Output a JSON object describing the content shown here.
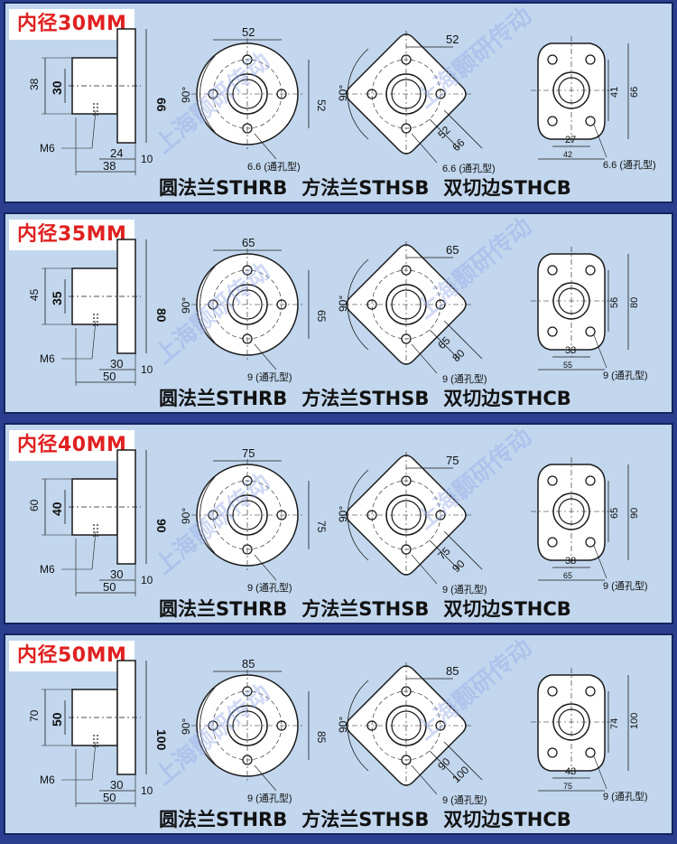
{
  "panels": [
    {
      "title": "内径30MM",
      "side": {
        "outer": "38",
        "inner": "30",
        "flange": "66",
        "thread": "M6",
        "len_short": "24",
        "len_total": "38",
        "thick": "10"
      },
      "round": {
        "bolt_pcd": "52",
        "dia": "52",
        "angle": "90°",
        "hole": "6.6 (通孔型)"
      },
      "square": {
        "diag": "52",
        "d1": "52",
        "d2": "66",
        "angle": "90°",
        "hole": "6.6 (通孔型)"
      },
      "double": {
        "v1": "41",
        "v2": "66",
        "h1": "27",
        "h2": "42",
        "hole": "6.6 (通孔型)"
      }
    },
    {
      "title": "内径35MM",
      "side": {
        "outer": "45",
        "inner": "35",
        "flange": "80",
        "thread": "M6",
        "len_short": "30",
        "len_total": "50",
        "thick": "10"
      },
      "round": {
        "bolt_pcd": "65",
        "dia": "65",
        "angle": "90°",
        "hole": "9  (通孔型)"
      },
      "square": {
        "diag": "65",
        "d1": "65",
        "d2": "80",
        "angle": "90°",
        "hole": "9  (通孔型)"
      },
      "double": {
        "v1": "56",
        "v2": "80",
        "h1": "33",
        "h2": "55",
        "hole": "9  (通孔型)"
      }
    },
    {
      "title": "内径40MM",
      "side": {
        "outer": "60",
        "inner": "40",
        "flange": "90",
        "thread": "M6",
        "len_short": "30",
        "len_total": "50",
        "thick": "10"
      },
      "round": {
        "bolt_pcd": "75",
        "dia": "75",
        "angle": "90°",
        "hole": "9  (通孔型)"
      },
      "square": {
        "diag": "75",
        "d1": "75",
        "d2": "90",
        "angle": "90°",
        "hole": "9  (通孔型)"
      },
      "double": {
        "v1": "65",
        "v2": "90",
        "h1": "38",
        "h2": "65",
        "hole": "9  (通孔型)"
      }
    },
    {
      "title": "内径50MM",
      "side": {
        "outer": "70",
        "inner": "50",
        "flange": "100",
        "thread": "M6",
        "len_short": "30",
        "len_total": "50",
        "thick": "10"
      },
      "round": {
        "bolt_pcd": "85",
        "dia": "85",
        "angle": "90°",
        "hole": "9  (通孔型)"
      },
      "square": {
        "diag": "85",
        "d1": "90",
        "d2": "100",
        "angle": "90°",
        "hole": "9  (通孔型)"
      },
      "double": {
        "v1": "74",
        "v2": "100",
        "h1": "43",
        "h2": "75",
        "hole": "9  (通孔型)"
      }
    }
  ],
  "captions": {
    "round": "圆法兰STHRB",
    "square": "方法兰STHSB",
    "double": "双切边STHCB"
  },
  "watermark": "上海颢研传动",
  "colors": {
    "background": "#2c3e8f",
    "panel": "#c2d7ee",
    "title_text": "#e02020",
    "line": "#1a1a1a"
  }
}
